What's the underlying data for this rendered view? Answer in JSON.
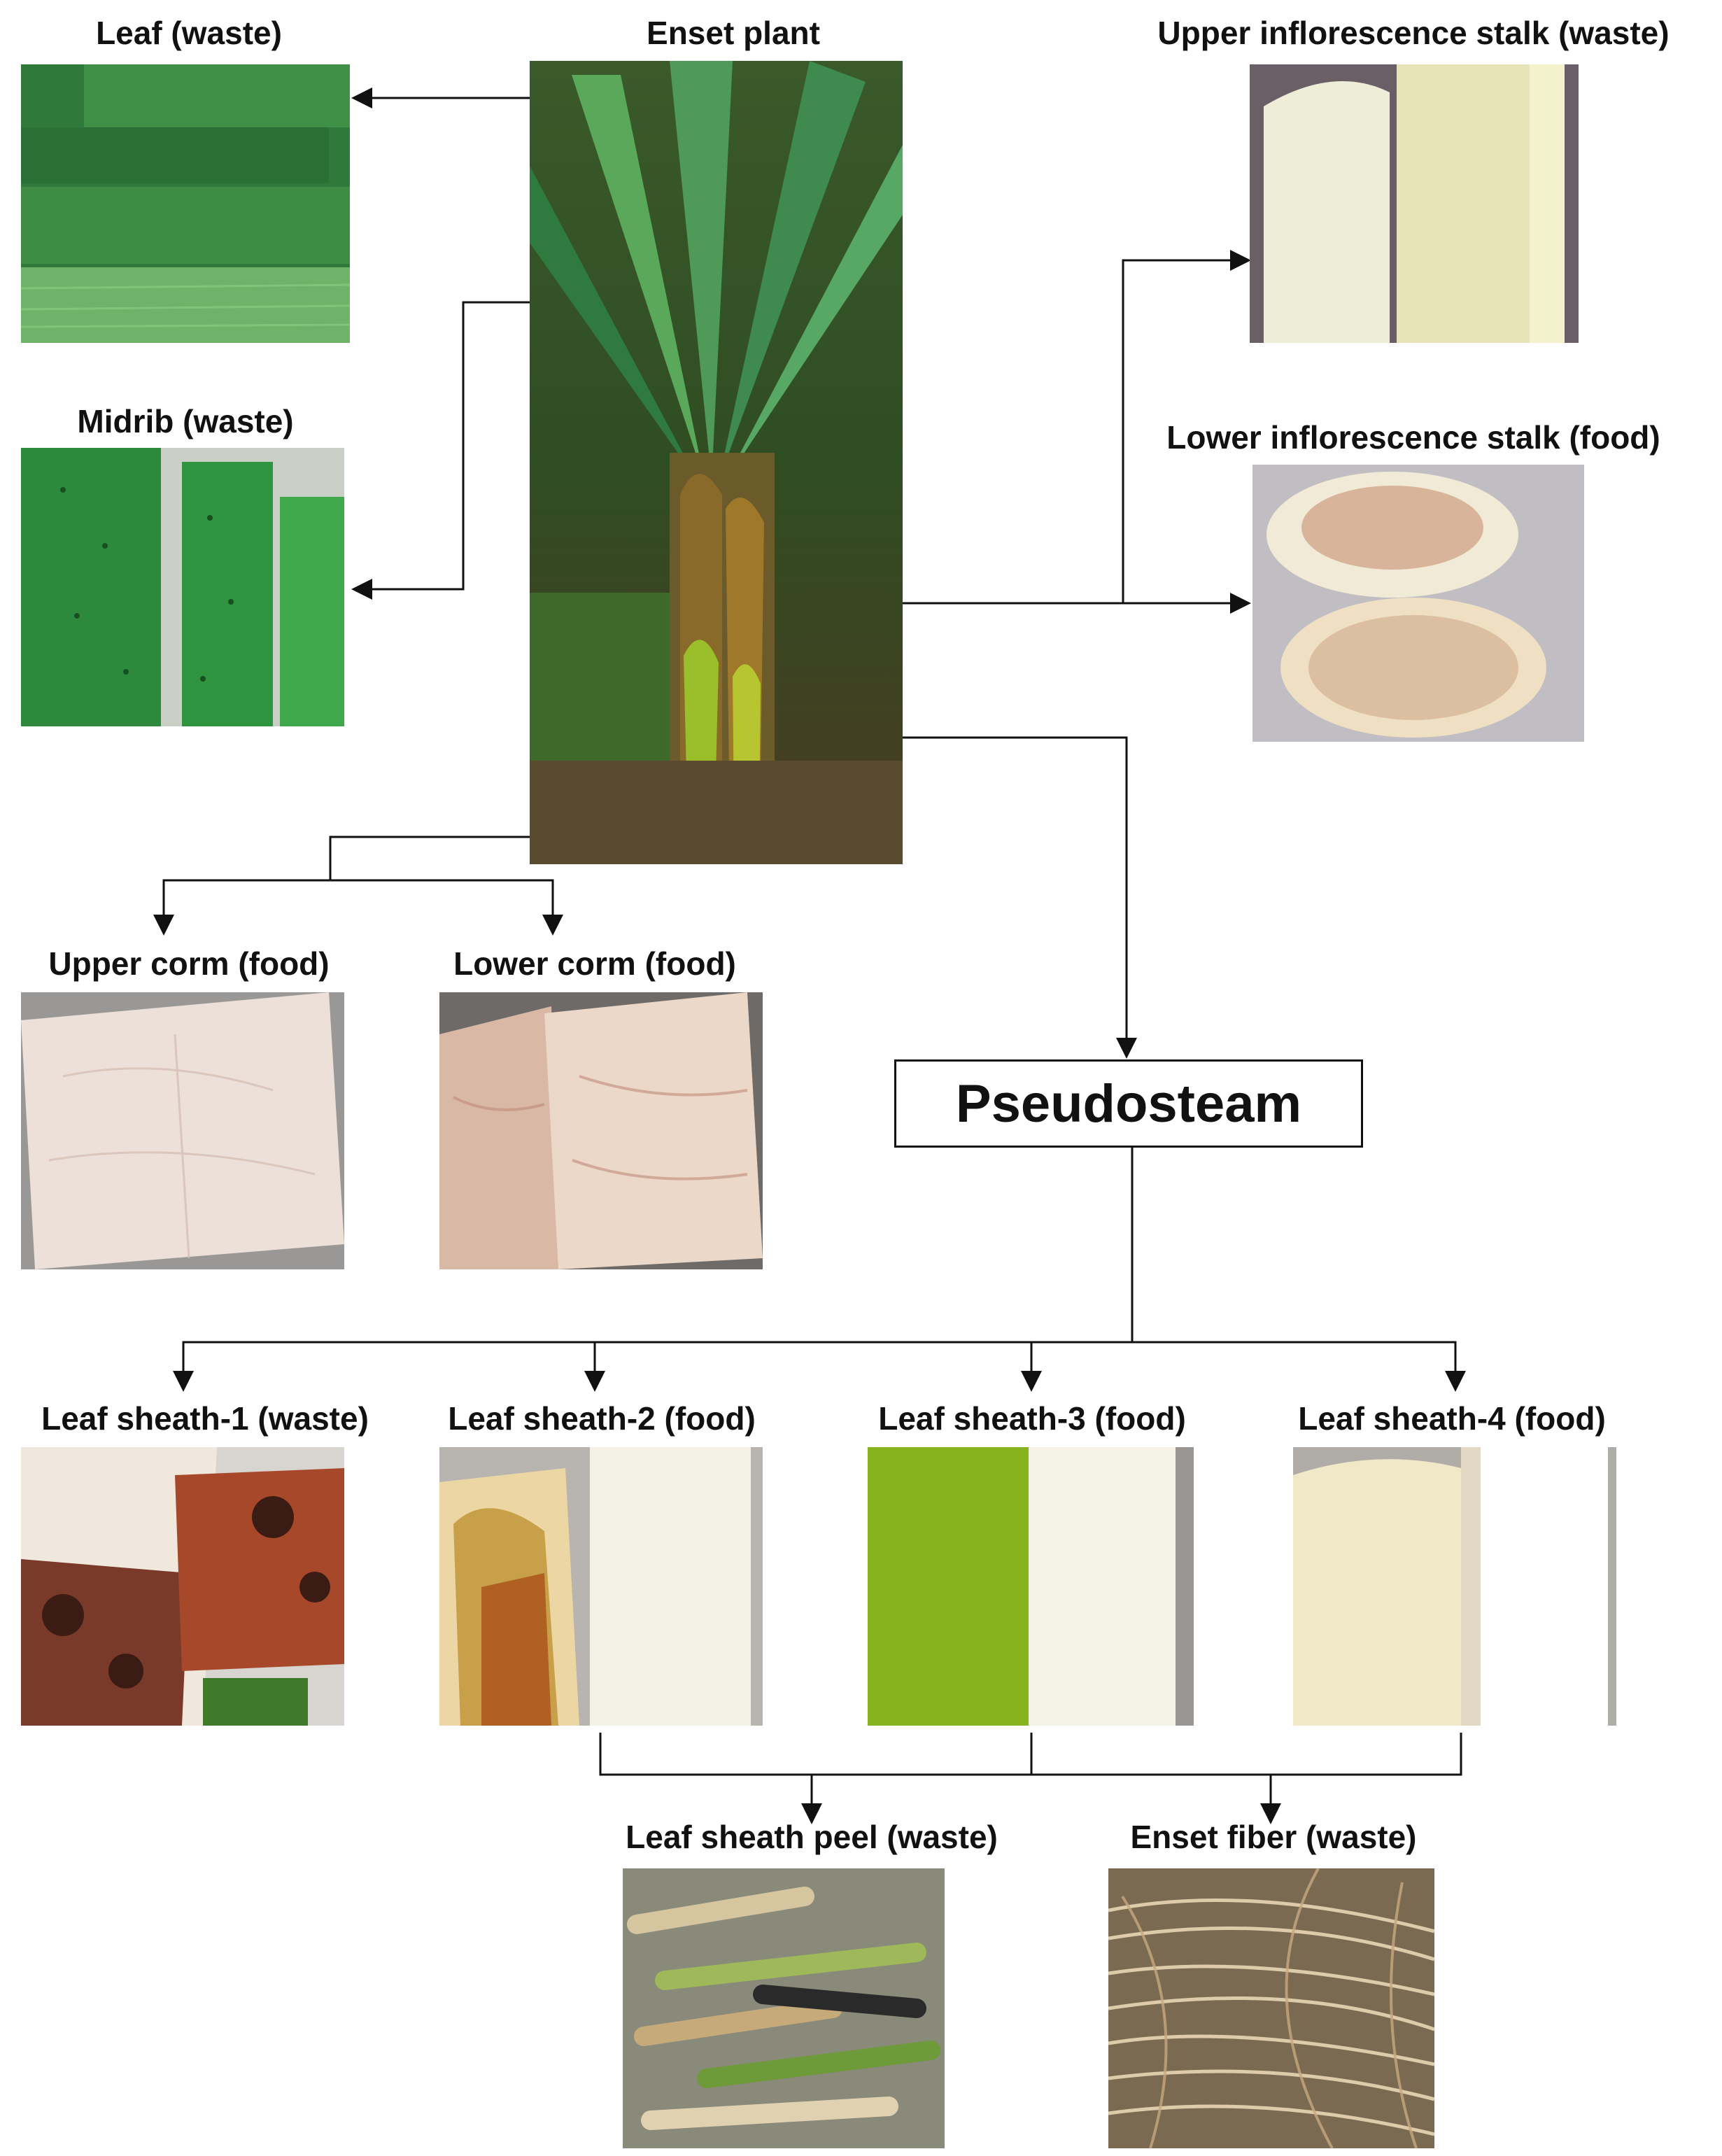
{
  "plant": {
    "label": "Enset plant"
  },
  "parts": {
    "leaf": "Leaf (waste)",
    "midrib": "Midrib (waste)",
    "upper_inflorescence": "Upper inflorescence stalk (waste)",
    "lower_inflorescence": "Lower inflorescence stalk (food)",
    "upper_corm": "Upper corm (food)",
    "lower_corm": "Lower corm (food)",
    "pseudostem": "Pseudosteam",
    "sheath1": "Leaf sheath-1 (waste)",
    "sheath2": "Leaf sheath-2 (food)",
    "sheath3": "Leaf sheath-3 (food)",
    "sheath4": "Leaf sheath-4 (food)",
    "sheath_peel": "Leaf sheath peel (waste)",
    "fiber": "Enset fiber (waste)"
  }
}
